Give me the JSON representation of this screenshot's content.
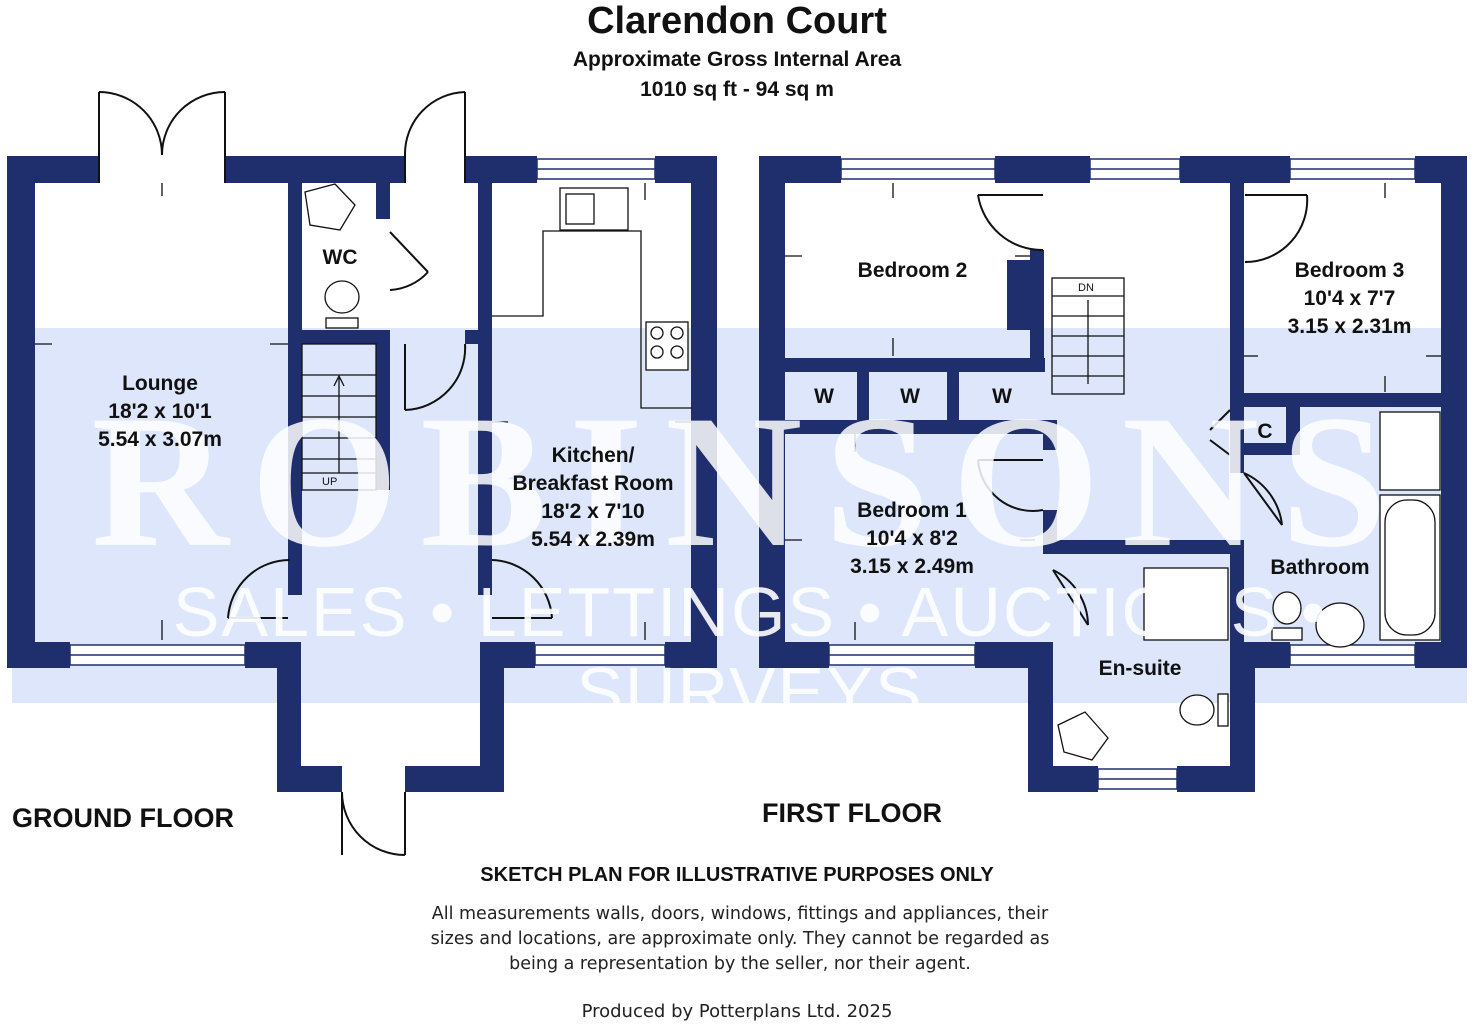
{
  "header": {
    "title": "Clarendon Court",
    "subtitle_line1": "Approximate Gross Internal Area",
    "subtitle_line2": "1010 sq ft - 94 sq m"
  },
  "watermark": {
    "brand": "ROBINSONS",
    "tagline": "SALES • LETTINGS • AUCTIONS • SURVEYS"
  },
  "floors": {
    "ground": "GROUND FLOOR",
    "first": "FIRST FLOOR"
  },
  "rooms": {
    "lounge": {
      "name": "Lounge",
      "imperial": "18'2 x 10'1",
      "metric": "5.54 x 3.07m"
    },
    "wc": {
      "name": "WC"
    },
    "kitchen": {
      "name": "Kitchen/",
      "name2": "Breakfast Room",
      "imperial": "18'2 x 7'10",
      "metric": "5.54 x 2.39m"
    },
    "stairs_up": "UP",
    "stairs_down": "DN",
    "bedroom2": {
      "name": "Bedroom 2"
    },
    "bedroom3": {
      "name": "Bedroom 3",
      "imperial": "10'4 x 7'7",
      "metric": "3.15 x 2.31m"
    },
    "bedroom1": {
      "name": "Bedroom 1",
      "imperial": "10'4 x 8'2",
      "metric": "3.15 x 2.49m"
    },
    "wardrobe": "W",
    "cupboard": "C",
    "bathroom": {
      "name": "Bathroom"
    },
    "ensuite": {
      "name": "En-suite"
    }
  },
  "disclaimer": {
    "heading": "SKETCH PLAN FOR ILLUSTRATIVE PURPOSES ONLY",
    "line1": "All measurements walls, doors, windows, fittings and appliances, their",
    "line2": "sizes and locations, are approximate only. They cannot be regarded as",
    "line3": "being a representation by the seller, nor their agent."
  },
  "credit": "Produced by Potterplans Ltd. 2025",
  "colors": {
    "wall": "#1f2f6e",
    "watermark_band": "#dde6fb",
    "text": "#111111"
  }
}
